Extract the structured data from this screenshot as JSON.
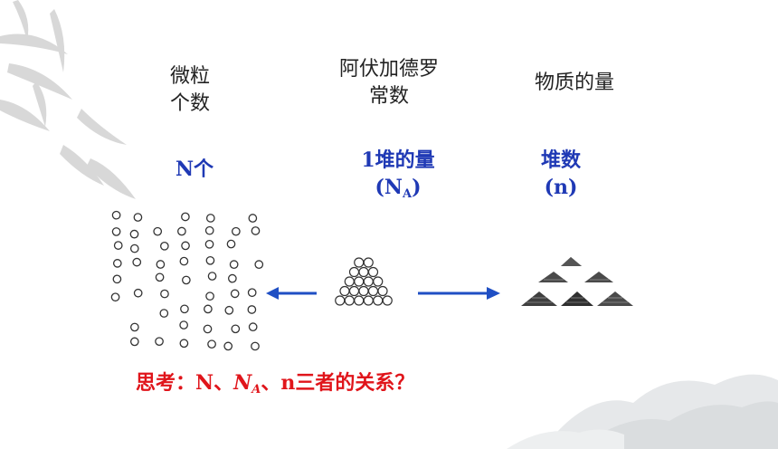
{
  "headers": {
    "particles_line1": "微粒",
    "particles_line2": "个数",
    "avogadro_line1": "阿伏加德罗",
    "avogadro_line2": "常数",
    "amount": "物质的量"
  },
  "quantities": {
    "particles_value": "N个",
    "avogadro_value_line1": "1堆的量",
    "avogadro_value_prefix": "(N",
    "avogadro_value_sub": "A",
    "avogadro_value_suffix": ")",
    "amount_value_line1": "堆数",
    "amount_value_line2": "(n)"
  },
  "question": {
    "prefix": "思考：N、",
    "na_main": "N",
    "na_sub": "A",
    "suffix": "、n三者的关系？"
  },
  "colors": {
    "accent_blue": "#1f39b5",
    "question_red": "#e0151b",
    "arrow_blue": "#1f4fc4"
  }
}
